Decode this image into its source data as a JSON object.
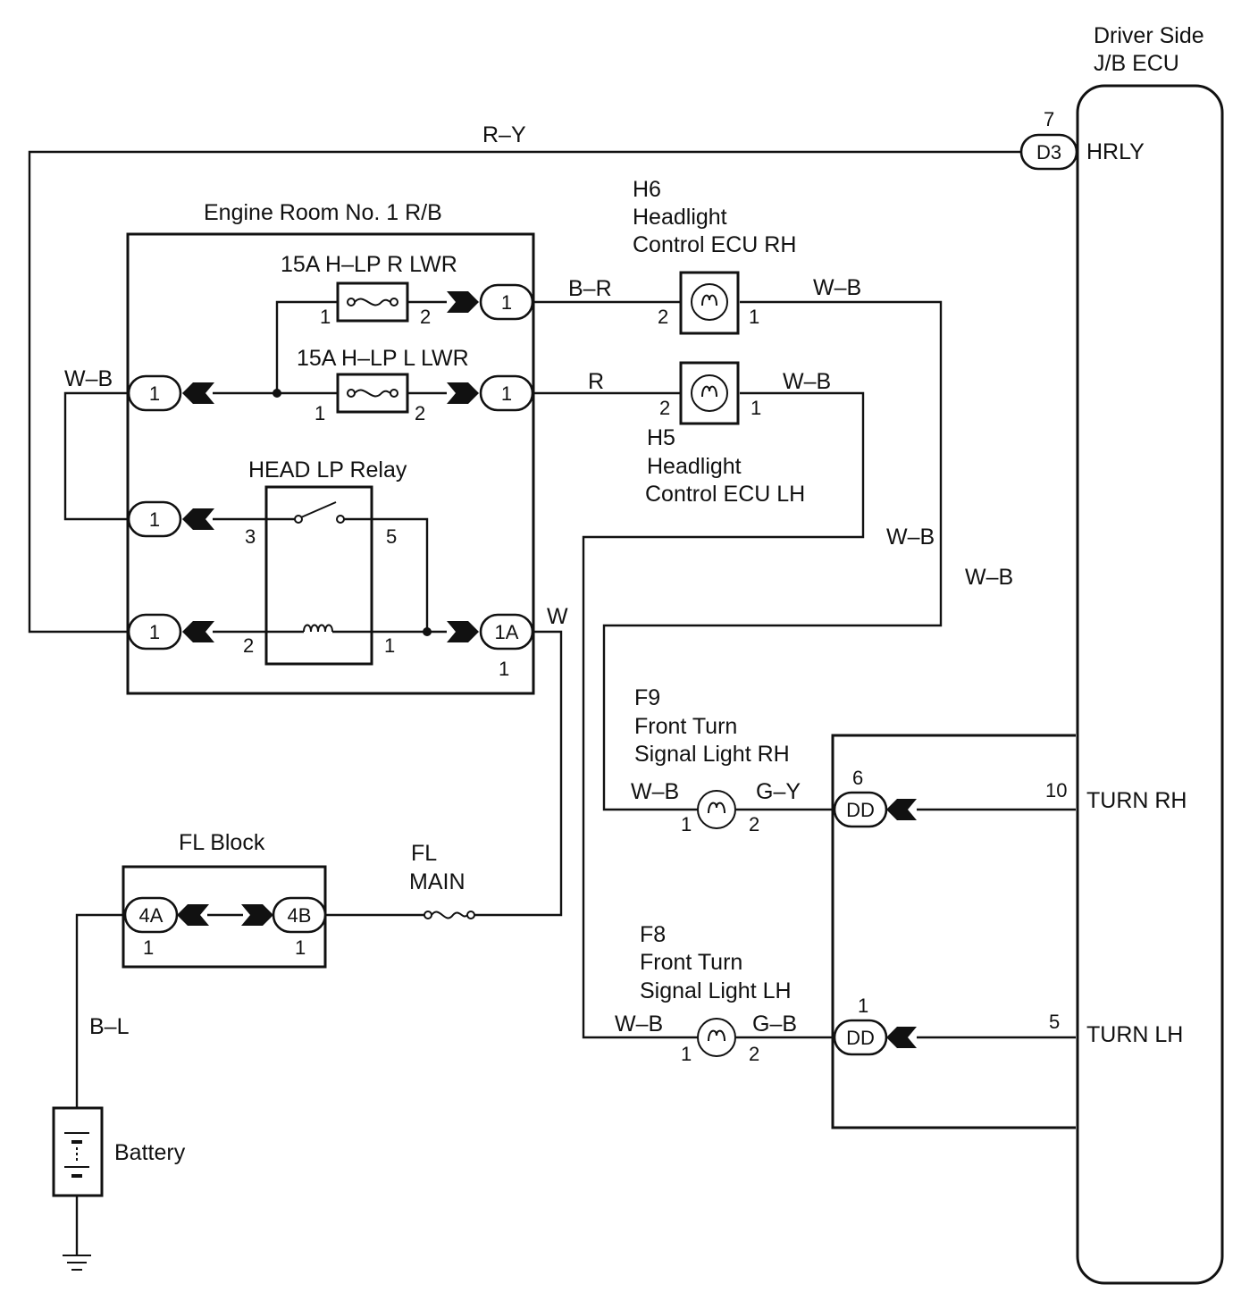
{
  "labels": {
    "ecu_title_1": "Driver Side",
    "ecu_title_2": "J/B ECU",
    "hrly": "HRLY",
    "turn_rh": "TURN RH",
    "turn_lh": "TURN LH",
    "engine_room": "Engine Room No. 1 R/B",
    "fuse_r": "15A H–LP R LWR",
    "fuse_l": "15A H–LP L LWR",
    "relay": "HEAD LP Relay",
    "h6_code": "H6",
    "h6_name_1": "Headlight",
    "h6_name_2": "Control ECU RH",
    "h5_code": "H5",
    "h5_name_1": "Headlight",
    "h5_name_2": "Control ECU LH",
    "f9_code": "F9",
    "f9_name_1": "Front Turn",
    "f9_name_2": "Signal Light RH",
    "f8_code": "F8",
    "f8_name_1": "Front Turn",
    "f8_name_2": "Signal Light LH",
    "fl_block": "FL Block",
    "fl_main_1": "FL",
    "fl_main_2": "MAIN",
    "battery": "Battery"
  },
  "wires": {
    "r_y": "R–Y",
    "w_b_left": "W–B",
    "b_r": "B–R",
    "w_b_h6": "W–B",
    "r": "R",
    "w_b_h5": "W–B",
    "w_b_mid": "W–B",
    "w_b_right": "W–B",
    "w": "W",
    "w_b_f9": "W–B",
    "g_y": "G–Y",
    "w_b_f8": "W–B",
    "g_b": "G–B",
    "b_l": "B–L"
  },
  "connectors": {
    "d3": "D3",
    "c1_top": "1",
    "c1_mid": "1",
    "c1_left_a": "1",
    "c1_left_b": "1",
    "c1_left_c": "1",
    "c1a": "1A",
    "dd_rh": "DD",
    "dd_lh": "DD",
    "c4a": "4A",
    "c4b": "4B"
  },
  "pins": {
    "d3_pin": "7",
    "fuse_r_in": "1",
    "fuse_r_out": "2",
    "fuse_l_in": "1",
    "fuse_l_out": "2",
    "relay_3": "3",
    "relay_5": "5",
    "relay_2": "2",
    "relay_1": "1",
    "c1a_pin": "1",
    "h6_2": "2",
    "h6_1": "1",
    "h5_2": "2",
    "h5_1": "1",
    "f9_1": "1",
    "f9_2": "2",
    "f8_1": "1",
    "f8_2": "2",
    "dd_rh_pin": "6",
    "dd_lh_pin": "1",
    "turn_rh_pin": "10",
    "turn_lh_pin": "5",
    "c4a_pin": "1",
    "c4b_pin": "1"
  }
}
